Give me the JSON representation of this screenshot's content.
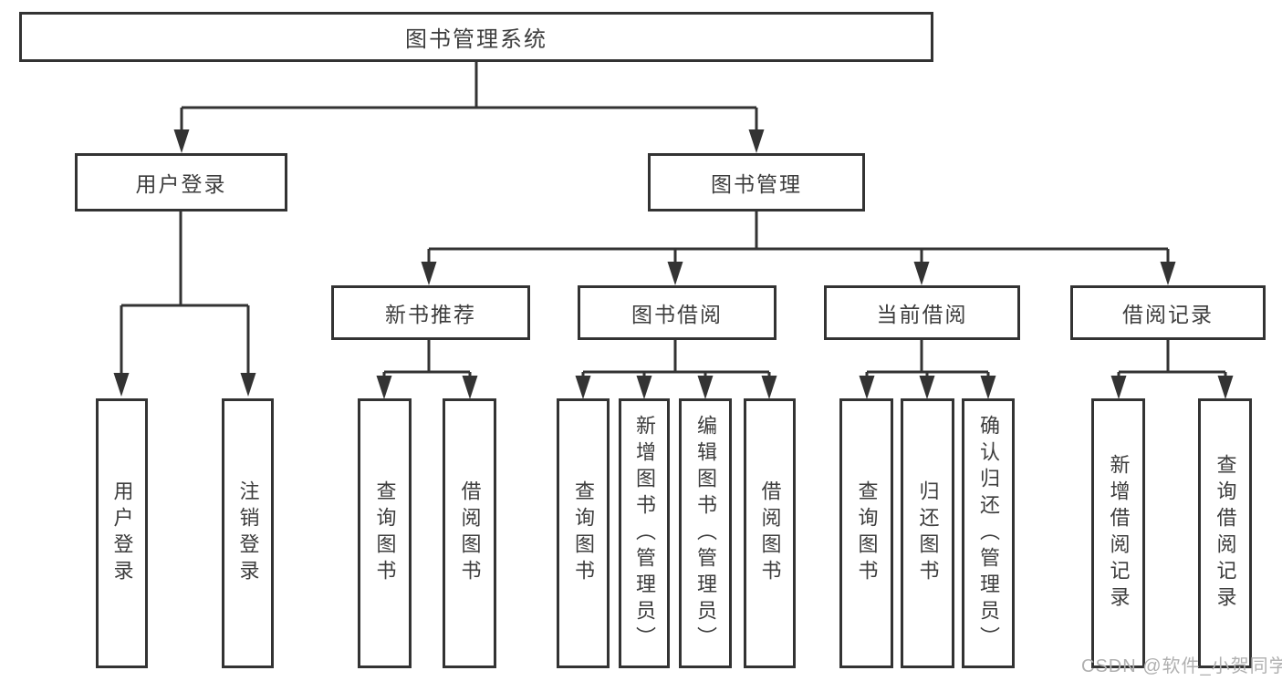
{
  "diagram": {
    "root": {
      "label": "图书管理系统"
    },
    "branches": [
      {
        "label": "用户登录",
        "children": [
          {
            "label": "用户登录"
          },
          {
            "label": "注销登录"
          }
        ]
      },
      {
        "label": "图书管理",
        "children": [
          {
            "label": "新书推荐",
            "children": [
              {
                "label": "查询图书"
              },
              {
                "label": "借阅图书"
              }
            ]
          },
          {
            "label": "图书借阅",
            "children": [
              {
                "label": "查询图书"
              },
              {
                "label": "新增图书（管理员）"
              },
              {
                "label": "编辑图书（管理员）"
              },
              {
                "label": "借阅图书"
              }
            ]
          },
          {
            "label": "当前借阅",
            "children": [
              {
                "label": "查询图书"
              },
              {
                "label": "归还图书"
              },
              {
                "label": "确认归还（管理员）"
              }
            ]
          },
          {
            "label": "借阅记录",
            "children": [
              {
                "label": "新增借阅记录"
              },
              {
                "label": "查询借阅记录"
              }
            ]
          }
        ]
      }
    ]
  },
  "watermark": {
    "text": "CSDN @软件_小贺同学"
  },
  "colors": {
    "line": "#333333",
    "text": "#3d3d3d",
    "background": "#ffffff",
    "watermark": "#b0b0b0"
  }
}
